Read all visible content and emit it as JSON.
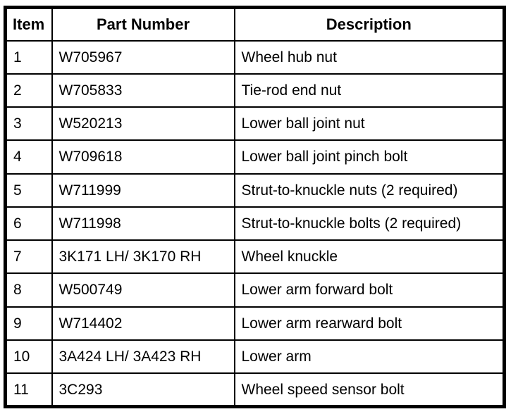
{
  "page": {
    "background_color": "#ffffff",
    "border_color": "#000000",
    "text_color": "#000000"
  },
  "table": {
    "columns": [
      {
        "key": "item",
        "label": "Item"
      },
      {
        "key": "part_number",
        "label": "Part Number"
      },
      {
        "key": "description",
        "label": "Description"
      }
    ],
    "rows": [
      {
        "item": "1",
        "part_number": "W705967",
        "description": "Wheel hub nut"
      },
      {
        "item": "2",
        "part_number": "W705833",
        "description": "Tie-rod end nut"
      },
      {
        "item": "3",
        "part_number": "W520213",
        "description": "Lower ball joint nut"
      },
      {
        "item": "4",
        "part_number": "W709618",
        "description": "Lower ball joint pinch bolt"
      },
      {
        "item": "5",
        "part_number": "W711999",
        "description": "Strut-to-knuckle nuts (2 required)"
      },
      {
        "item": "6",
        "part_number": "W711998",
        "description": "Strut-to-knuckle bolts (2 required)"
      },
      {
        "item": "7",
        "part_number": "3K171 LH/ 3K170 RH",
        "description": "Wheel knuckle"
      },
      {
        "item": "8",
        "part_number": "W500749",
        "description": "Lower arm forward bolt"
      },
      {
        "item": "9",
        "part_number": "W714402",
        "description": "Lower arm rearward bolt"
      },
      {
        "item": "10",
        "part_number": "3A424 LH/ 3A423 RH",
        "description": "Lower arm"
      },
      {
        "item": "11",
        "part_number": "3C293",
        "description": "Wheel speed sensor bolt"
      }
    ]
  }
}
